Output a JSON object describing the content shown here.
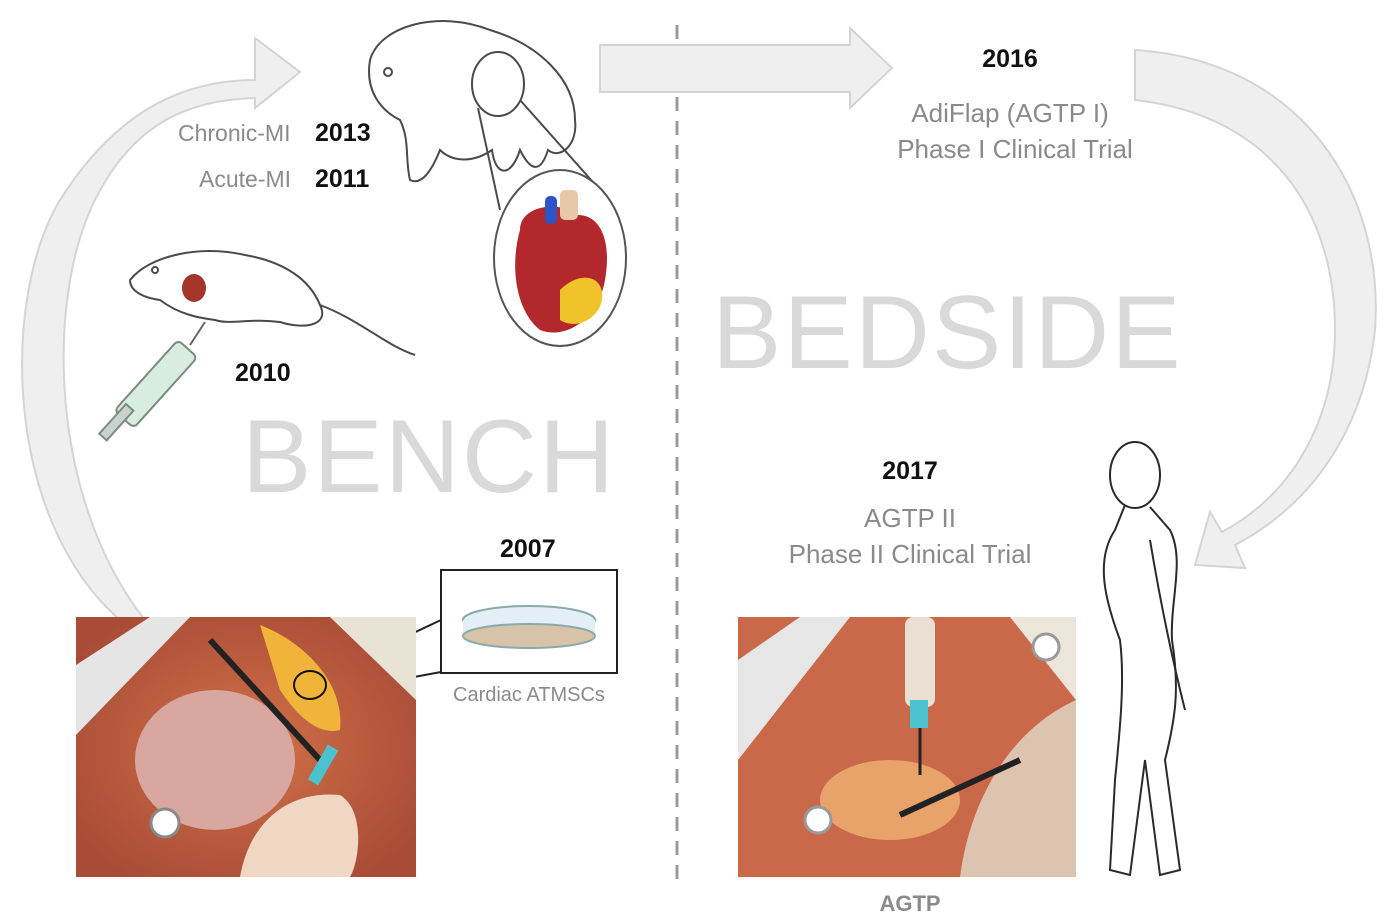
{
  "sections": {
    "bench_label": "BENCH",
    "bedside_label": "BEDSIDE"
  },
  "timeline": {
    "y2007": "2007",
    "y2010": "2010",
    "acute_mi_label": "Acute-MI",
    "y2011": "2011",
    "chronic_mi_label": "Chronic-MI",
    "y2013": "2013",
    "y2016": "2016",
    "adiflap_line1": "AdiFlap (AGTP I)",
    "adiflap_line2": "Phase I Clinical Trial",
    "y2017": "2017",
    "agtp2_line1": "AGTP II",
    "agtp2_line2": "Phase II Clinical Trial"
  },
  "captions": {
    "cells": "Cardiac ATMSCs",
    "agtp": "AGTP"
  },
  "icons": [
    "arrow-curved-left-icon",
    "arrow-straight-right-icon",
    "arrow-curved-right-icon",
    "pig-icon",
    "heart-icon",
    "rat-icon",
    "syringe-icon",
    "petri-dish-icon",
    "surgery-bench-image",
    "surgery-bedside-image",
    "human-figure-icon"
  ],
  "colors": {
    "arrow_fill": "#efefef",
    "arrow_stroke": "#d4d4d4",
    "big_text": "#d9d9d9",
    "label_gray": "#8a8a8a",
    "tissue_red": "#b5533b",
    "fat_yellow": "#f0b43a"
  }
}
